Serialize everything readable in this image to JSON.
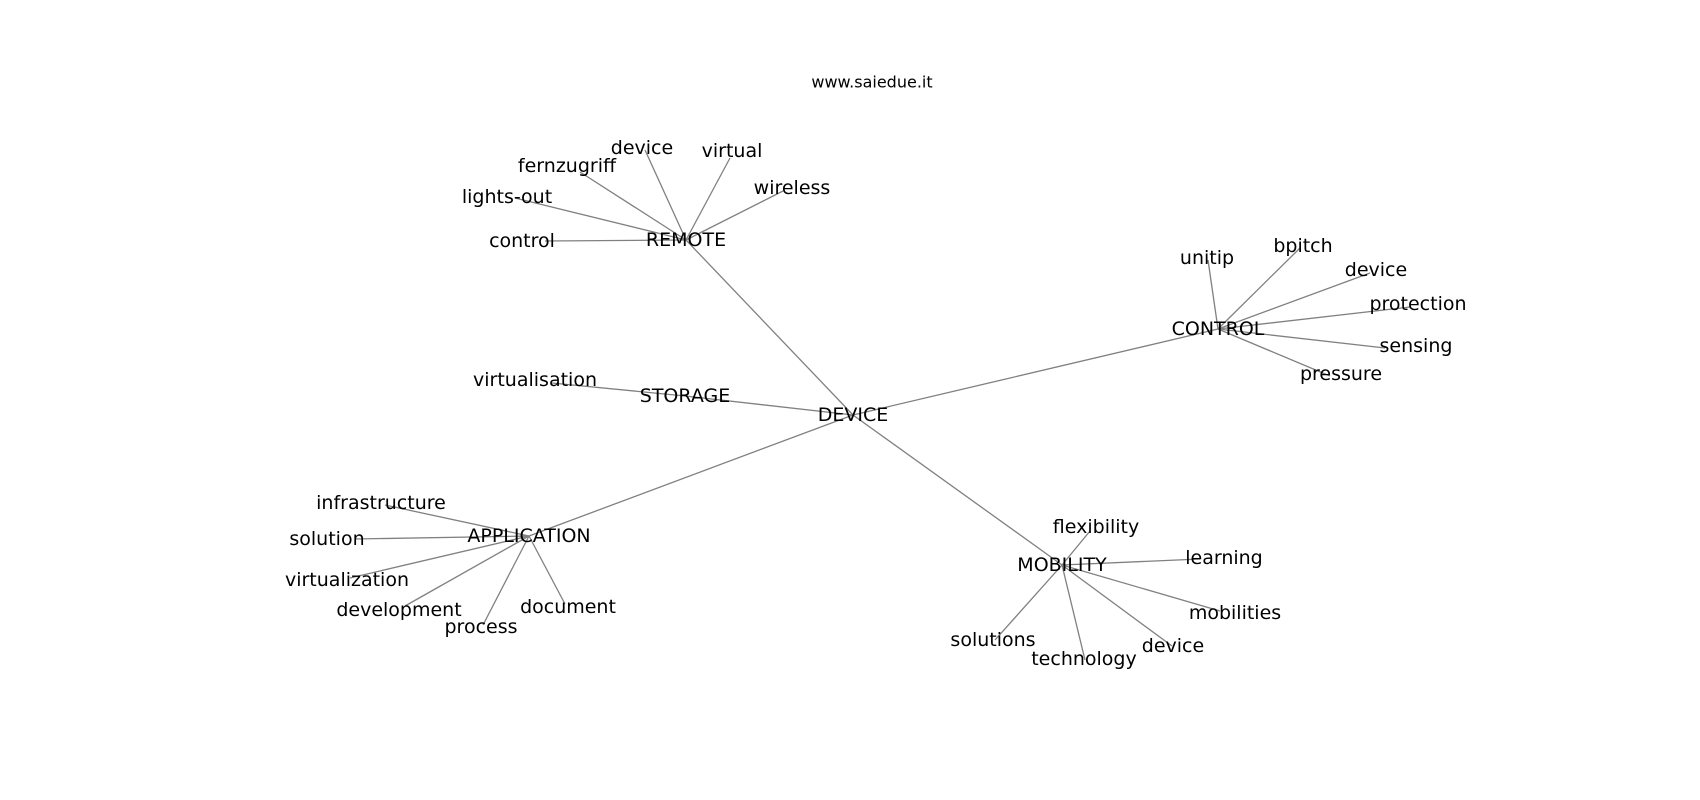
{
  "diagram": {
    "site": "www.saiedue.it",
    "root": {
      "label": "DEVICE"
    },
    "branches": [
      {
        "label": "REMOTE",
        "children": [
          "control",
          "lights-out",
          "fernzugriff",
          "device",
          "virtual",
          "wireless"
        ]
      },
      {
        "label": "STORAGE",
        "children": [
          "virtualisation"
        ]
      },
      {
        "label": "CONTROL",
        "children": [
          "unitip",
          "bpitch",
          "device",
          "protection",
          "sensing",
          "pressure"
        ]
      },
      {
        "label": "APPLICATION",
        "children": [
          "infrastructure",
          "solution",
          "virtualization",
          "development",
          "process",
          "document"
        ]
      },
      {
        "label": "MOBILITY",
        "children": [
          "flexibility",
          "learning",
          "mobilities",
          "device",
          "technology",
          "solutions"
        ]
      }
    ]
  }
}
